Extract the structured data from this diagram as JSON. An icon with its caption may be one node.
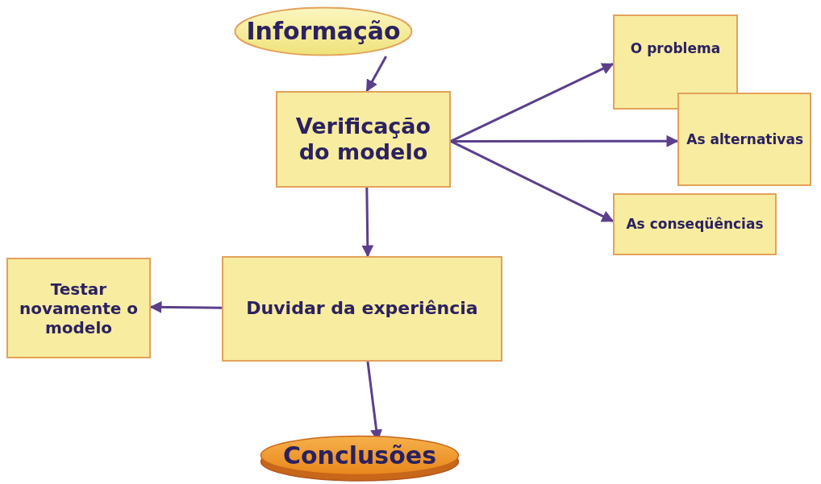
{
  "diagram": {
    "nodes": [
      {
        "text": [
          "Informação"
        ]
      },
      {
        "text": [
          "Verificação do modelo"
        ]
      },
      {
        "text": [
          "O problema"
        ]
      },
      {
        "text": [
          "As alternativas"
        ]
      },
      {
        "text": [
          "As conseqüências"
        ]
      },
      {
        "text": [
          "Duvidar da experiência"
        ]
      },
      {
        "text": [
          "Testar novamente o modelo"
        ]
      },
      {
        "text": [
          "Conclusões"
        ]
      }
    ],
    "edges": [
      {
        "from": 0,
        "to": 1,
        "arrow": "to"
      },
      {
        "from": 1,
        "to": 2,
        "arrow": "to"
      },
      {
        "from": 1,
        "to": 3,
        "arrow": "to"
      },
      {
        "from": 1,
        "to": 4,
        "arrow": "to"
      },
      {
        "from": 1,
        "to": 5,
        "arrow": "to"
      },
      {
        "from": 5,
        "to": 6,
        "arrow": "to"
      },
      {
        "from": 5,
        "to": 7,
        "arrow": "to"
      }
    ]
  }
}
